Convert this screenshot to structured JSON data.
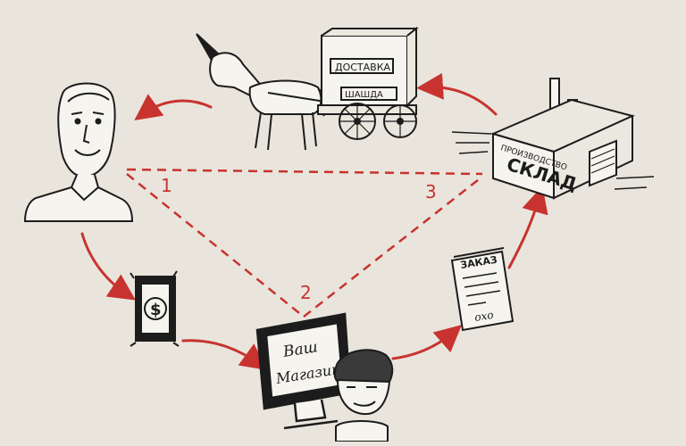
{
  "colors": {
    "background": "#e9e5dc",
    "ink": "#1c1c1c",
    "accent_red": "#c8332f",
    "paper": "#f6f4ee"
  },
  "labels": {
    "delivery_sign": "ДОСТАВКА",
    "delivery_brand": "ШАШДА",
    "warehouse_top": "ПРОИЗВОДСТВО",
    "warehouse_main": "СКЛАД",
    "order_title": "ЗАКАЗ",
    "order_xo": "oxo",
    "monitor_line1": "Ваш",
    "monitor_line2": "Магазин",
    "money_symbol": "$",
    "step_1": "1",
    "step_2": "2",
    "step_3": "3"
  },
  "icons": [
    "customer-icon",
    "unicorn-cart-icon",
    "warehouse-icon",
    "banknote-icon",
    "computer-monitor-icon",
    "shop-owner-icon",
    "order-document-icon",
    "curved-arrow-icon"
  ]
}
